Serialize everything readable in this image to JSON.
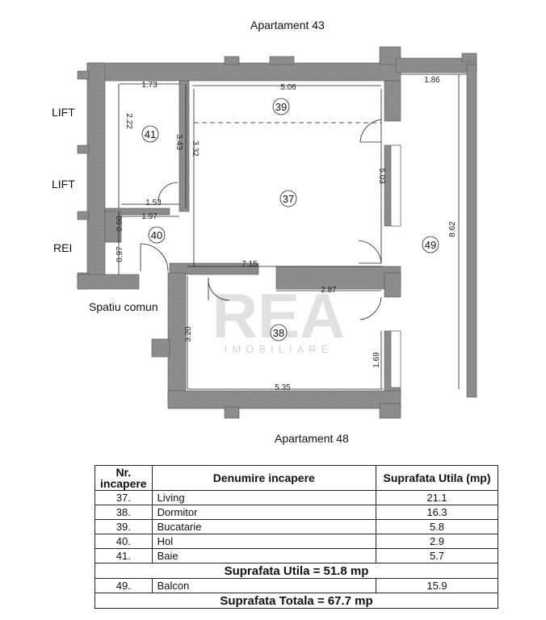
{
  "plan": {
    "top_label": "Apartament 43",
    "bottom_label": "Apartament 48",
    "side_labels": [
      "LIFT",
      "LIFT",
      "REI"
    ],
    "common_space_label": "Spatiu comun",
    "watermark": {
      "main": "REA",
      "sub": "IMOBILIARE"
    },
    "rooms": {
      "r37": "37",
      "r38": "38",
      "r39": "39",
      "r40": "40",
      "r41": "41",
      "r49": "49"
    },
    "dims": {
      "d173": "1.73",
      "d506": "5.06",
      "d186": "1.86",
      "d222": "2.22",
      "d343": "3.43",
      "d332": "3.32",
      "d503": "5.03",
      "d862": "8.62",
      "d153": "1.53",
      "d197": "1.97",
      "d060": "0.60",
      "d097": "0.97",
      "d715": "7.15",
      "d287": "2.87",
      "d320": "3.20",
      "d169": "1.69",
      "d535": "5.35"
    }
  },
  "table": {
    "headers": {
      "nr": "Nr. incapere",
      "name": "Denumire incapere",
      "area": "Suprafata Utila (mp)"
    },
    "rows": [
      {
        "nr": "37.",
        "name": "Living",
        "area": "21.1"
      },
      {
        "nr": "38.",
        "name": "Dormitor",
        "area": "16.3"
      },
      {
        "nr": "39.",
        "name": "Bucatarie",
        "area": "5.8"
      },
      {
        "nr": "40.",
        "name": "Hol",
        "area": "2.9"
      },
      {
        "nr": "41.",
        "name": "Baie",
        "area": "5.7"
      }
    ],
    "useful_total": "Suprafata Utila = 51.8 mp",
    "balcony_row": {
      "nr": "49.",
      "name": "Balcon",
      "area": "15.9"
    },
    "grand_total": "Suprafata Totala = 67.7 mp"
  }
}
